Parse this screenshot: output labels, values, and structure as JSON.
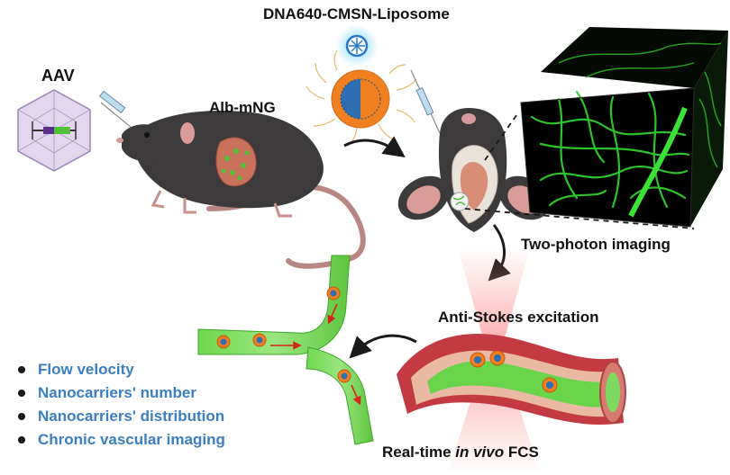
{
  "labels": {
    "title": "DNA640-CMSN-Liposome",
    "aav": "AAV",
    "alb": "Alb-mNG",
    "two_photon": "Two-photon imaging",
    "anti_stokes": "Anti-Stokes excitation",
    "fcs_prefix": "Real-time ",
    "fcs_italic": "in vivo",
    "fcs_suffix": " FCS"
  },
  "bullets": [
    "Flow velocity",
    "Nanocarriers' number",
    "Nanocarriers' distribution",
    "Chronic vascular imaging"
  ],
  "colors": {
    "bullet_text": "#3a7fc1",
    "vessel_green": "#62d049",
    "nanocarrier_orange": "#f07f1f",
    "mouse_body": "#3c3a3b",
    "liver": "#c9715a",
    "laser": "#ff9a9a"
  }
}
